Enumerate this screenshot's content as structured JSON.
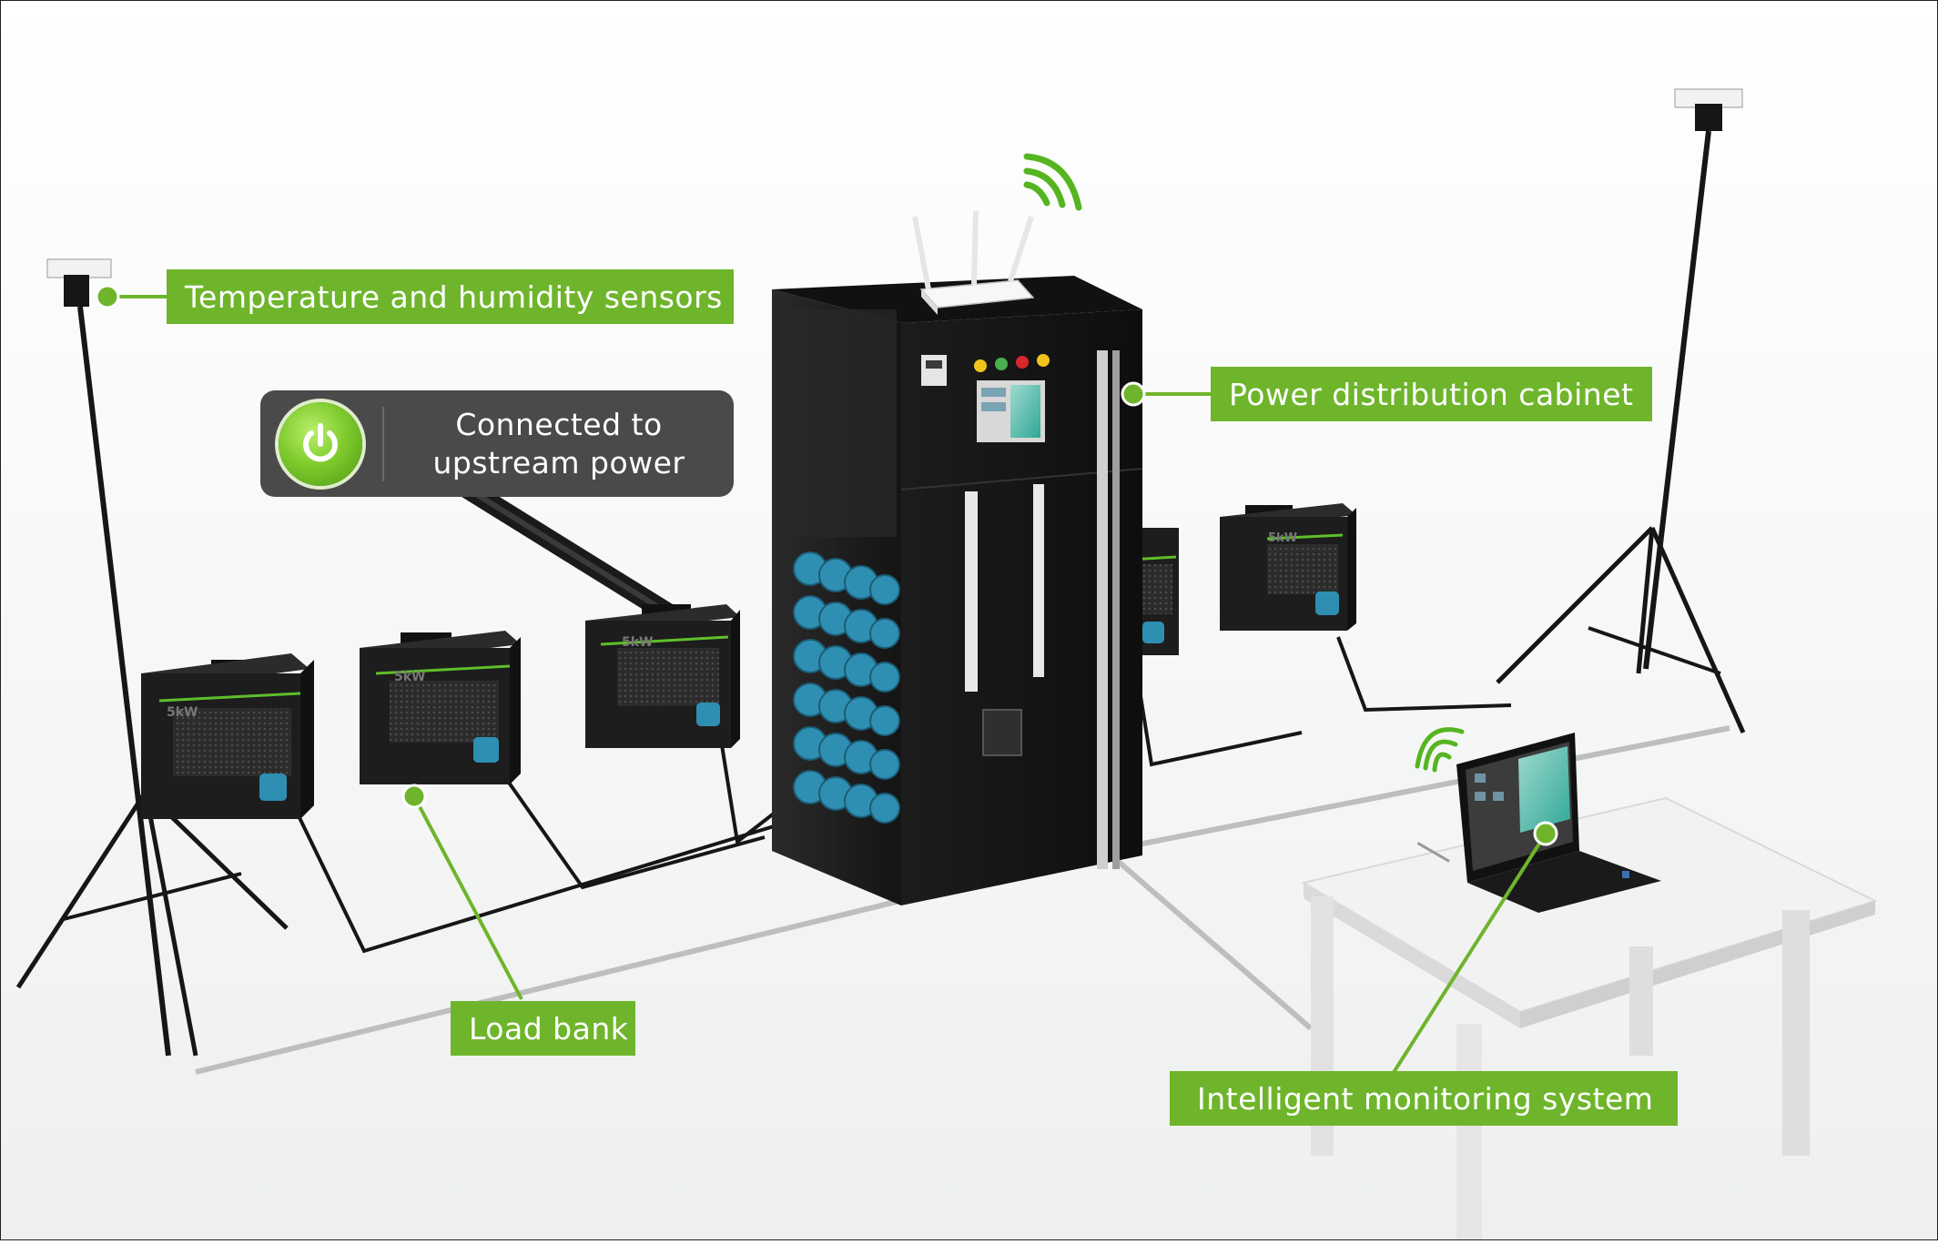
{
  "labels": {
    "sensors": "Temperature and humidity sensors",
    "cabinet": "Power distribution cabinet",
    "load_bank": "Load bank",
    "monitoring": "Intelligent monitoring system"
  },
  "status": {
    "line1": "Connected to",
    "line2": "upstream power",
    "icon": "power-icon"
  },
  "load_bank_rating": "5kW",
  "colors": {
    "accent_green": "#6fb52c",
    "status_box": "#4a4a4a",
    "cabinet": "#1a1a1a",
    "socket_blue": "#2f8fb3",
    "wifi_green": "#55b521"
  }
}
